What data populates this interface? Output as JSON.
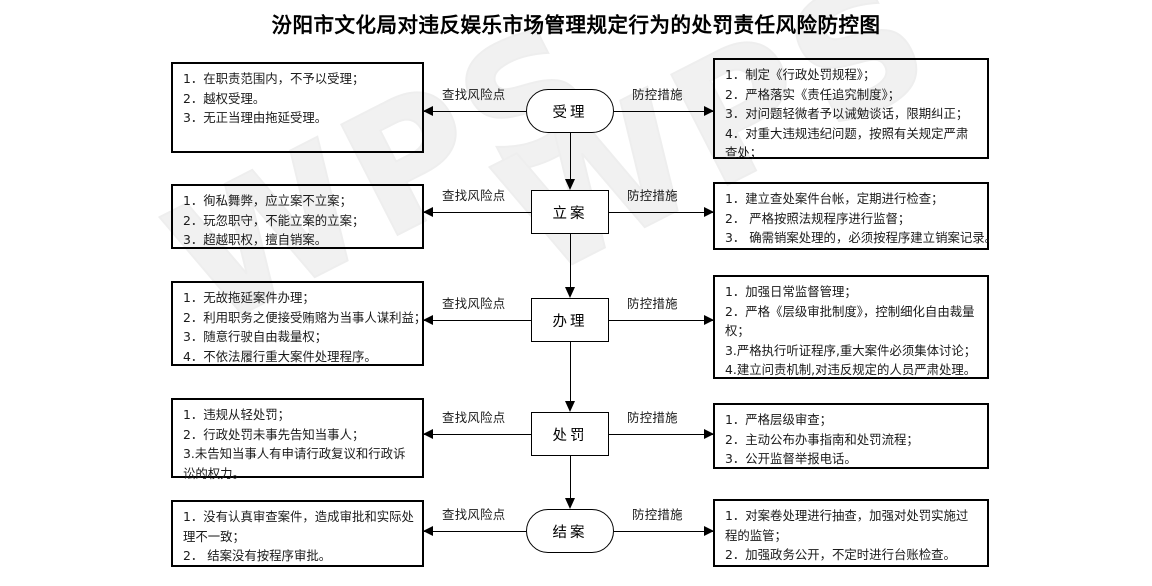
{
  "document": {
    "title": "汾阳市文化局对违反娱乐市场管理规定行为的处罚责任风险防控图",
    "watermark": "WPS"
  },
  "labels": {
    "risk": "查找风险点",
    "measure": "防控措施"
  },
  "rows": [
    {
      "node": "受理",
      "node_shape": "round",
      "risks": [
        "1．在职责范围内，不予以受理；",
        "2．越权受理。",
        "3．无正当理由拖延受理。"
      ],
      "measures": [
        "1．制定《行政处罚规程》；",
        "2．严格落实《责任追究制度》；",
        "3．对问题轻微者予以诫勉谈话，限期纠正；",
        "4．对重大违规违纪问题，按照有关规定严肃查处；"
      ]
    },
    {
      "node": "立案",
      "node_shape": "rect",
      "risks": [
        "1．徇私舞弊，应立案不立案；",
        "2．玩忽职守，不能立案的立案；",
        "3．超越职权，擅自销案。"
      ],
      "measures": [
        "1．建立查处案件台帐，定期进行检查；",
        "2． 严格按照法规程序进行监督；",
        "3． 确需销案处理的，必须按程序建立销案记录。"
      ]
    },
    {
      "node": "办理",
      "node_shape": "rect",
      "risks": [
        "1．无故拖延案件办理；",
        "2．利用职务之便接受贿赂为当事人谋利益；",
        "3．随意行驶自由裁量权；",
        "4．不依法履行重大案件处理程序。"
      ],
      "measures": [
        "1．加强日常监督管理；",
        "2．严格《层级审批制度》，控制细化自由裁量权；",
        "3.严格执行听证程序,重大案件必须集体讨论；",
        "4.建立问责机制,对违反规定的人员严肃处理。"
      ]
    },
    {
      "node": "处罚",
      "node_shape": "rect",
      "risks": [
        "1．违规从轻处罚；",
        "2．行政处罚未事先告知当事人；",
        "3.未告知当事人有申请行政复议和行政诉讼的权力。"
      ],
      "measures": [
        "1．严格层级审查；",
        "2．主动公布办事指南和处罚流程；",
        "3．公开监督举报电话。"
      ]
    },
    {
      "node": "结案",
      "node_shape": "round",
      "risks": [
        "1．没有认真审查案件，造成审批和实际处理不一致；",
        "2． 结案没有按程序审批。"
      ],
      "measures": [
        "1．对案卷处理进行抽查，加强对处罚实施过程的监管；",
        "2．加强政务公开，不定时进行台账检查。"
      ]
    }
  ]
}
